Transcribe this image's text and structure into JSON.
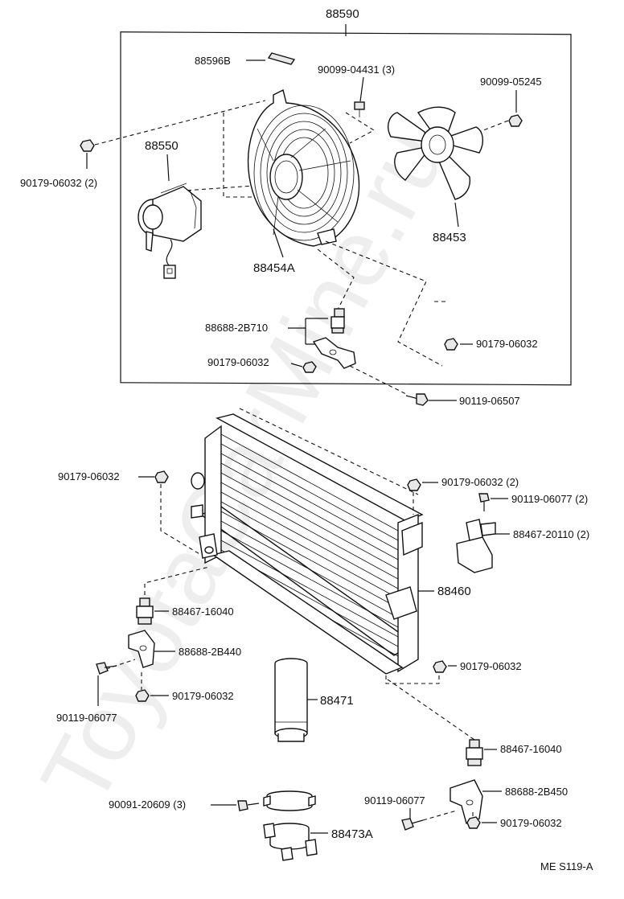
{
  "watermark": "ToyotaCarMine.ru",
  "footer_code": "ME S119-A",
  "assembly_label": "88590",
  "labels": {
    "p88596B": "88596B",
    "p9009904431": "90099-04431 (3)",
    "p9009905245": "90099-05245",
    "p9017906032_2_top": "90179-06032 (2)",
    "p88550": "88550",
    "p88453": "88453",
    "p88454A": "88454A",
    "p886882B710": "88688-2B710",
    "p9017906032_a": "90179-06032",
    "p9017906032_b": "90179-06032",
    "p9011906507": "90119-06507",
    "p9017906032_c": "90179-06032",
    "p9017906032_2_mid": "90179-06032 (2)",
    "p9011906077_2": "90119-06077 (2)",
    "p8846720110_2": "88467-20110 (2)",
    "p88460": "88460",
    "p8846716040_a": "88467-16040",
    "p886882B440": "88688-2B440",
    "p9011906077": "90119-06077",
    "p9017906032_d": "90179-06032",
    "p88471": "88471",
    "p9017906032_e": "90179-06032",
    "p8846716040_b": "88467-16040",
    "p886882B450": "88688-2B450",
    "p9009120609_3": "90091-20609 (3)",
    "p9011906077_b": "90119-06077",
    "p9017906032_f": "90179-06032",
    "p88473A": "88473A"
  }
}
